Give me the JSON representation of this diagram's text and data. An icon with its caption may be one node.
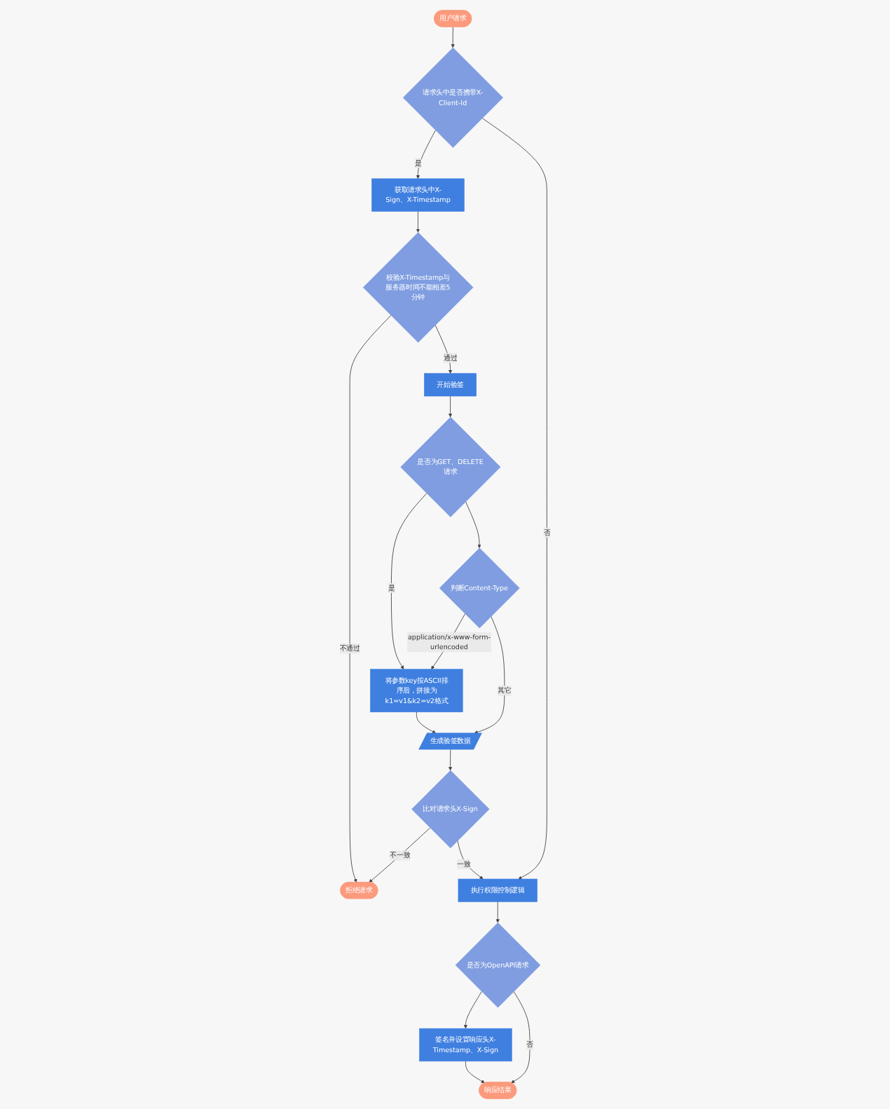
{
  "diagram": {
    "nodes": [
      {
        "text": [
          "用户请求"
        ]
      },
      {
        "text": [
          "请求头中是否携带X-Client-Id"
        ]
      },
      {
        "text": [
          "获取请求头中X-Sign、X-Timestamp"
        ]
      },
      {
        "text": [
          "校验X-Timestamp与服务器时间不能相差5分钟"
        ]
      },
      {
        "text": [
          "开始验签"
        ]
      },
      {
        "text": [
          "是否为GET、DELETE请求"
        ]
      },
      {
        "text": [
          "将参数key按ASCII排序后，拼接为k1=v1&k2=v2格式"
        ]
      },
      {
        "text": [
          "判断Content-Type"
        ]
      },
      {
        "text": [
          "生成验签数据"
        ]
      },
      {
        "text": [
          "比对请求头X-Sign"
        ]
      },
      {
        "text": [
          "拒绝请求"
        ]
      },
      {
        "text": [
          "执行权限控制逻辑"
        ]
      },
      {
        "text": [
          "是否为OpenAPI请求"
        ]
      },
      {
        "text": [
          "签名并设置响应头X-Timestamp、X-Sign"
        ]
      },
      {
        "text": [
          "响应结果"
        ]
      }
    ],
    "edges": [
      {
        "from": 0,
        "to": 1,
        "arrow": "to"
      },
      {
        "from": 1,
        "to": 2,
        "arrow": "to",
        "label": "是"
      },
      {
        "from": 1,
        "to": 11,
        "arrow": "to",
        "label": "否"
      },
      {
        "from": 2,
        "to": 3,
        "arrow": "to"
      },
      {
        "from": 3,
        "to": 10,
        "arrow": "to",
        "label": "不通过"
      },
      {
        "from": 3,
        "to": 4,
        "arrow": "to",
        "label": "通过"
      },
      {
        "from": 4,
        "to": 5,
        "arrow": "to"
      },
      {
        "from": 5,
        "to": 6,
        "arrow": "to",
        "label": "是"
      },
      {
        "from": 5,
        "to": 7,
        "arrow": "to"
      },
      {
        "from": 7,
        "to": 6,
        "arrow": "to",
        "label": "application/x-www-form-urlencoded"
      },
      {
        "from": 7,
        "to": 8,
        "arrow": "to",
        "label": "其它"
      },
      {
        "from": 6,
        "to": 8,
        "arrow": "to"
      },
      {
        "from": 8,
        "to": 9,
        "arrow": "to"
      },
      {
        "from": 9,
        "to": 10,
        "arrow": "to",
        "label": "不一致"
      },
      {
        "from": 9,
        "to": 11,
        "arrow": "to",
        "label": "一致"
      },
      {
        "from": 11,
        "to": 12,
        "arrow": "to"
      },
      {
        "from": 12,
        "to": 13,
        "arrow": "to"
      },
      {
        "from": 12,
        "to": 14,
        "arrow": "to",
        "label": "否"
      },
      {
        "from": 13,
        "to": 14,
        "arrow": "to"
      }
    ]
  }
}
